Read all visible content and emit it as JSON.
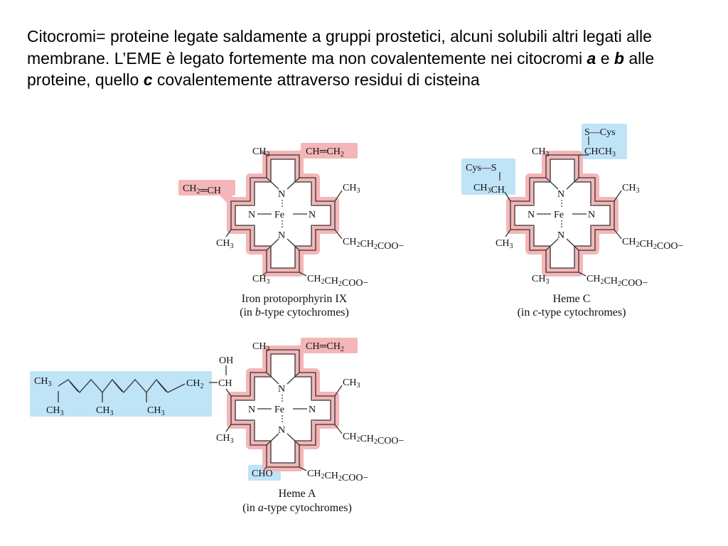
{
  "intro": {
    "part1": "Citocromi= proteine legate saldamente a gruppi prostetici, alcuni solubili altri legati alle membrane. L’EME è legato fortemente ma non covalentemente nei citocromi ",
    "a": "a",
    "part2": " e ",
    "b": "b",
    "part3": " alle proteine, quello ",
    "c": "c",
    "part4": " covalentemente attraverso residui di cisteina"
  },
  "structures": [
    {
      "name": "Iron protoporphyrin IX",
      "caption_prefix": "(in ",
      "caption_letter": "b",
      "caption_suffix": "-type cytochromes)",
      "groups": {
        "top_left": "CH3",
        "top_right": "CH═CH2",
        "left_upper": "CH2═CH",
        "right_upper": "CH3",
        "left_lower": "CH3",
        "right_lower": "CH2CH2COO−",
        "bottom_left": "CH3",
        "bottom_right": "CH2CH2COO−"
      }
    },
    {
      "name": "Heme C",
      "caption_prefix": "(in ",
      "caption_letter": "c",
      "caption_suffix": "-type cytochromes)",
      "groups": {
        "top_left": "CH3",
        "top_right_line1": "S—Cys",
        "top_right_line2": "CHCH3",
        "left_upper_line1": "Cys—S",
        "left_upper_line2": "CH3CH",
        "right_upper": "CH3",
        "left_lower": "CH3",
        "right_lower": "CH2CH2COO−",
        "bottom_left": "CH3",
        "bottom_right": "CH2CH2COO−"
      }
    },
    {
      "name": "Heme A",
      "caption_prefix": "(in ",
      "caption_letter": "a",
      "caption_suffix": "-type cytochromes)",
      "groups": {
        "top_left": "CH3",
        "top_right": "CH═CH2",
        "oh": "OH",
        "chain_ch2": "CH2",
        "chain_ch": "CH",
        "chain_start": "CH3",
        "chain_methyls": [
          "CH3",
          "CH3",
          "CH3"
        ],
        "right_upper": "CH3",
        "left_lower": "CH3",
        "right_lower": "CH2CH2COO−",
        "bottom_left": "CHO",
        "bottom_right": "CH2CH2COO−"
      }
    }
  ],
  "atoms": {
    "n": "N",
    "fe": "Fe"
  },
  "colors": {
    "highlight_red": "#f4b6b8",
    "highlight_blue": "#bfe3f7"
  }
}
